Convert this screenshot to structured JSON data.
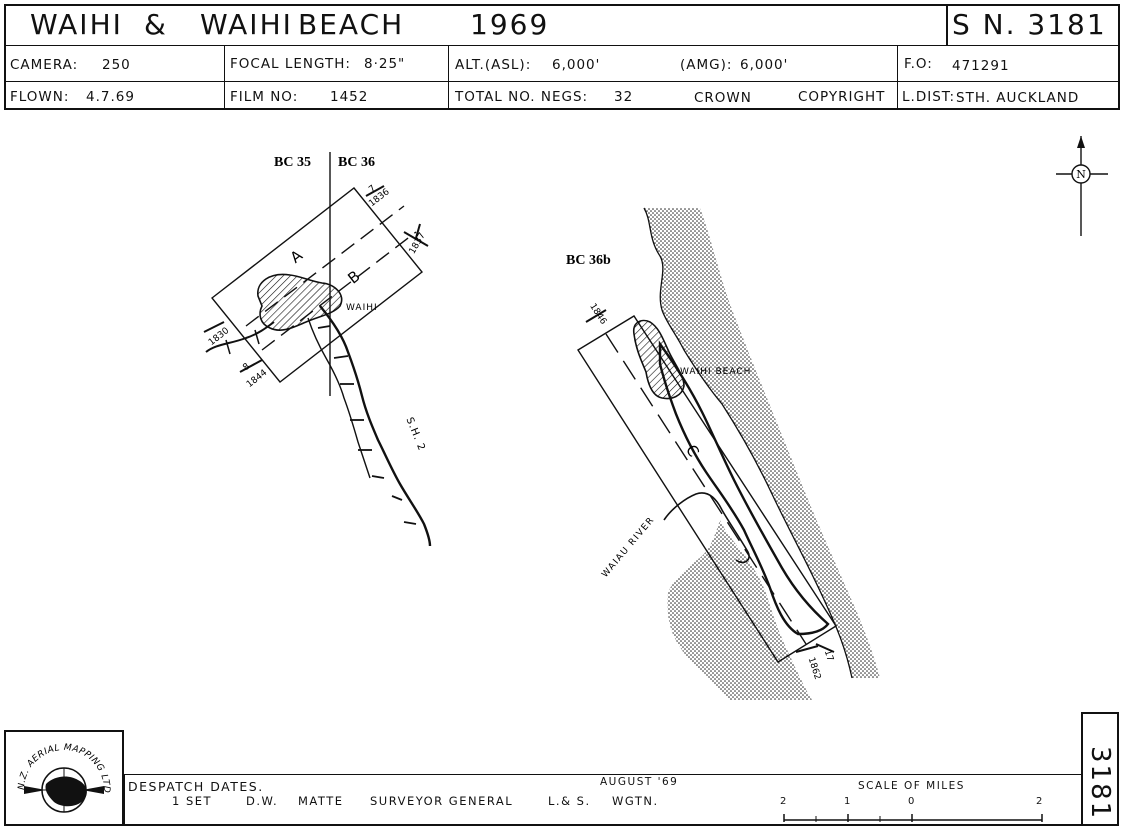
{
  "header": {
    "title_place1": "WAIHI",
    "title_amp": "&",
    "title_place2": "WAIHI",
    "title_place3": "BEACH",
    "title_year": "1969",
    "sn": "S N. 3181",
    "camera_label": "CAMERA:",
    "camera_value": "250",
    "focal_label": "FOCAL LENGTH:",
    "focal_value": "8·25\"",
    "alt_label": "ALT.(ASL):",
    "alt_value": "6,000'",
    "amg_label": "(AMG):",
    "amg_value": "6,000'",
    "fo_label": "F.O:",
    "fo_value": "471291",
    "flown_label": "FLOWN:",
    "flown_value": "4.7.69",
    "film_label": "FILM NO:",
    "film_value": "1452",
    "negs_label": "TOTAL NO. NEGS:",
    "negs_value": "32",
    "crown": "CROWN",
    "copyright": "COPYRIGHT",
    "ldist_label": "L.DIST:",
    "ldist_value": "STH. AUCKLAND"
  },
  "map": {
    "sheet_left": "BC 35",
    "sheet_right": "BC 36",
    "sheet_beach": "BC 36b",
    "run_a": "A",
    "run_b": "B",
    "run_c": "C",
    "town_waihi": "WAIHI",
    "town_beach": "WAIHI BEACH",
    "road": "S.H. 2",
    "river": "WAIAU RIVER",
    "neg_7": "7",
    "neg_1836": "1836",
    "neg_1837": "1837",
    "neg_1830": "1830",
    "neg_8": "8",
    "neg_1844": "1844",
    "neg_1846": "1846",
    "neg_17": "17",
    "neg_1862": "1862",
    "north": "N"
  },
  "footer": {
    "logo_text": "N.Z. AERIAL MAPPING LTD.",
    "despatch_label": "DESPATCH DATES.",
    "despatch_date": "AUGUST '69",
    "despatch_detail_1": "1 SET",
    "despatch_detail_2": "D.W.",
    "despatch_detail_3": "MATTE",
    "despatch_detail_4": "SURVEYOR GENERAL",
    "despatch_detail_5": "L.& S.",
    "despatch_detail_6": "WGTN.",
    "scale_label": "SCALE OF MILES",
    "scale_ticks": [
      "2",
      "1",
      "0",
      "2"
    ],
    "sheet_number": "3181"
  }
}
